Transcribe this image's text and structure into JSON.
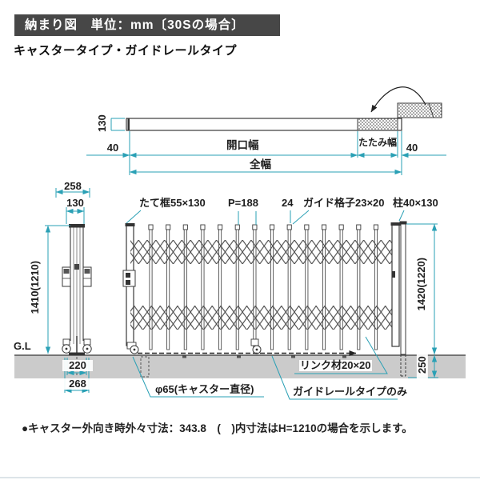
{
  "header": {
    "title": "納まり図　単位：mm〔30Sの場合〕"
  },
  "subtitle": "キャスタータイプ・ガイドレールタイプ",
  "plan": {
    "dim_height": "130",
    "dim_left_margin": "40",
    "dim_opening": "開口幅",
    "dim_fold": "たたみ幅",
    "dim_right_margin": "40",
    "dim_total": "全幅"
  },
  "side_view": {
    "dim_depth_outer": "258",
    "dim_depth_post": "130",
    "dim_height": "1410(1210)",
    "ground_label": "G.L",
    "dim_base_inner": "220",
    "dim_base_outer": "268"
  },
  "elevation": {
    "label_stile": "たて框55×130",
    "label_pitch": "P=188",
    "label_gap": "24",
    "label_grid": "ガイド格子23×20",
    "label_post": "柱40×130",
    "dim_height": "1420(1220)",
    "dim_embed": "250",
    "label_caster": "φ65(キャスター直径)",
    "label_link": "リンク材20×20",
    "label_guiderail": "ガイドレールタイプのみ"
  },
  "note": "●キャスター外向き時外々寸法：343.8　(　)内寸法はH=1210の場合を示します。",
  "colors": {
    "dimension_line": "#2aa0b5",
    "drawing_line": "#3a3a3a",
    "ground_fill": "#cbcbcb",
    "header_bg": "#474747"
  }
}
